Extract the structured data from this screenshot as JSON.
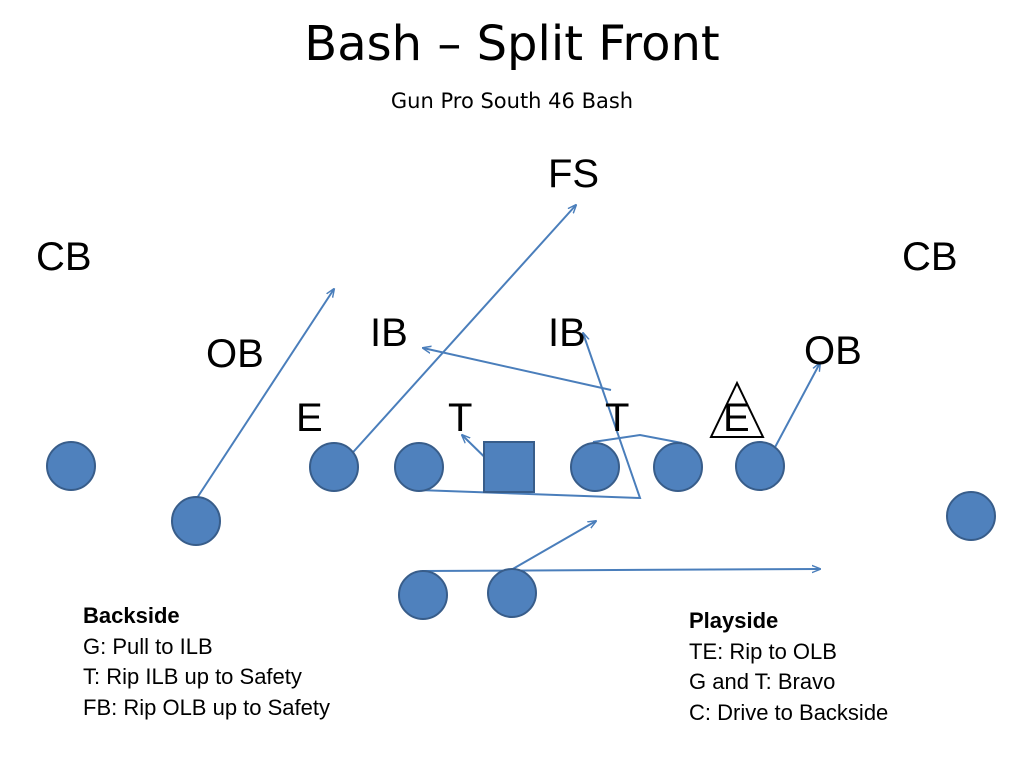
{
  "title": "Bash – Split Front",
  "subtitle": "Gun Pro South 46 Bash",
  "defense": {
    "fs": "FS",
    "cb_left": "CB",
    "cb_right": "CB",
    "ob_left": "OB",
    "ob_right": "OB",
    "ib_left": "IB",
    "ib_right": "IB",
    "e_left": "E",
    "e_right": "E",
    "t_left": "T",
    "t_right": "T"
  },
  "colors": {
    "player_fill": "#4f81bd",
    "player_stroke": "#385d8a",
    "route": "#4a7ebb"
  },
  "backside": {
    "heading": "Backside",
    "lines": [
      "G: Pull to ILB",
      "T: Rip ILB up to Safety",
      "FB: Rip OLB up to Safety"
    ]
  },
  "playside": {
    "heading": "Playside",
    "lines": [
      "TE: Rip to OLB",
      "G and T: Bravo",
      "C: Drive to Backside"
    ]
  }
}
